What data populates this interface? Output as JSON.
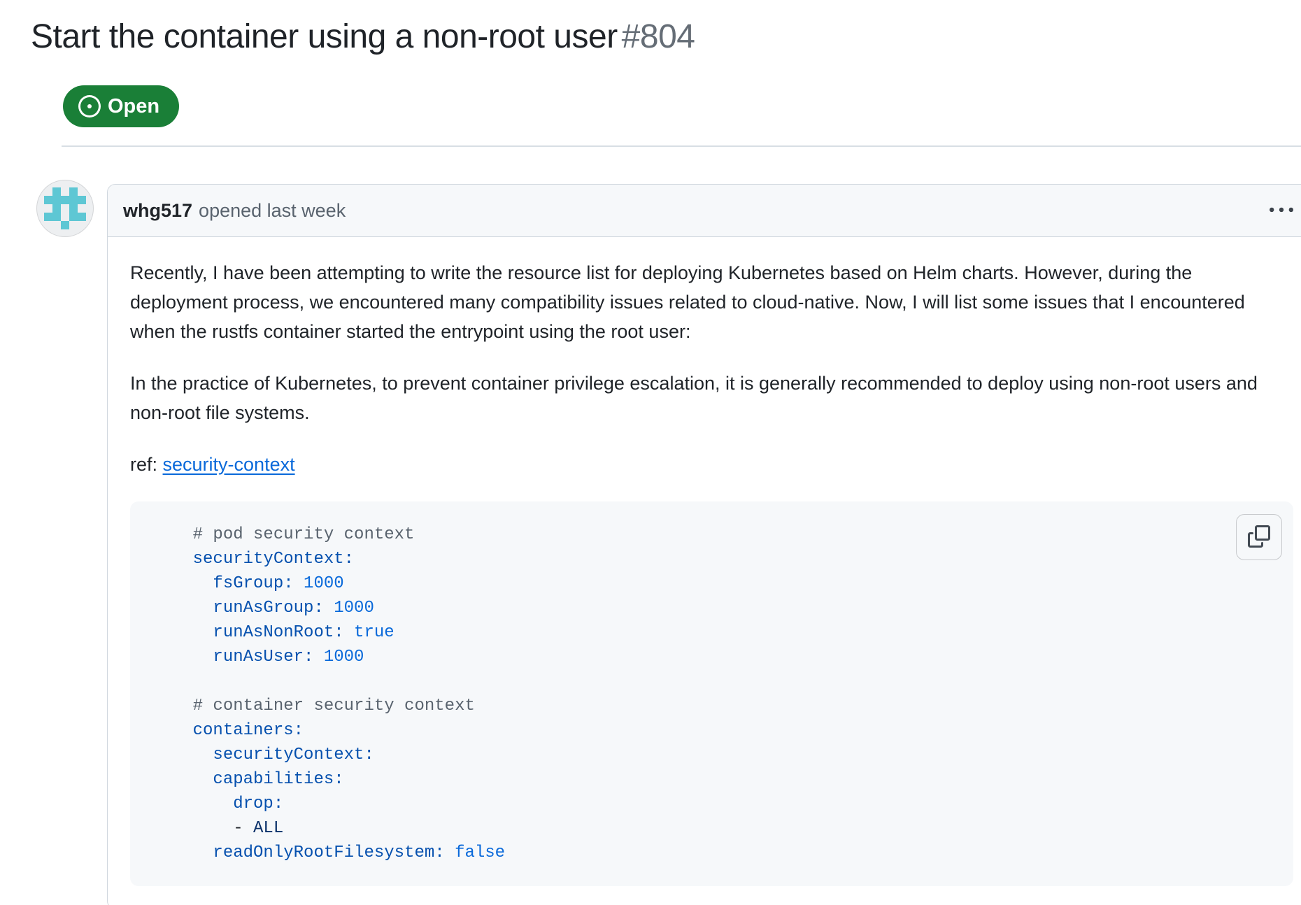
{
  "issue": {
    "title": "Start the container using a non-root user",
    "number": "#804",
    "state_label": "Open"
  },
  "comment": {
    "author": "whg517",
    "opened_text": "opened last week",
    "paragraphs": [
      "Recently, I have been attempting to write the resource list for deploying Kubernetes based on Helm charts. However, during the deployment process, we encountered many compatibility issues related to cloud-native. Now, I will list some issues that I encountered when the rustfs container started the entrypoint using the root user:",
      "In the practice of Kubernetes, to prevent container privilege escalation, it is generally recommended to deploy using non-root users and non-root file systems."
    ],
    "ref_label": "ref: ",
    "ref_link_text": "security-context"
  },
  "code": {
    "lines": [
      [
        {
          "t": "c",
          "s": "    # pod security context"
        }
      ],
      [
        {
          "t": "k",
          "s": "    securityContext:"
        }
      ],
      [
        {
          "t": "k",
          "s": "      fsGroup:"
        },
        {
          "t": "v",
          "s": " 1000"
        }
      ],
      [
        {
          "t": "k",
          "s": "      runAsGroup:"
        },
        {
          "t": "v",
          "s": " 1000"
        }
      ],
      [
        {
          "t": "k",
          "s": "      runAsNonRoot:"
        },
        {
          "t": "v",
          "s": " true"
        }
      ],
      [
        {
          "t": "k",
          "s": "      runAsUser:"
        },
        {
          "t": "v",
          "s": " 1000"
        }
      ],
      [],
      [
        {
          "t": "c",
          "s": "    # container security context"
        }
      ],
      [
        {
          "t": "k",
          "s": "    containers:"
        }
      ],
      [
        {
          "t": "k",
          "s": "      securityContext:"
        }
      ],
      [
        {
          "t": "k",
          "s": "      capabilities:"
        }
      ],
      [
        {
          "t": "k",
          "s": "        drop:"
        }
      ],
      [
        {
          "t": "p",
          "s": "        - "
        },
        {
          "t": "s",
          "s": "ALL"
        }
      ],
      [
        {
          "t": "k",
          "s": "      readOnlyRootFilesystem:"
        },
        {
          "t": "v",
          "s": " false"
        }
      ]
    ]
  },
  "avatar": {
    "color": "#5ec7d4",
    "background": "#edeff1",
    "rows": [
      "01010",
      "11111",
      "01010",
      "11011",
      "00100"
    ]
  },
  "icons": {
    "state": "issue-opened-icon",
    "kebab": "kebab-horizontal-icon",
    "copy": "copy-icon"
  },
  "colors": {
    "open_green": "#1a7f37",
    "link_blue": "#0969da",
    "border": "#d0d7de",
    "header_bg": "#f6f8fa",
    "code_bg": "#f6f8fa",
    "text": "#1f2328",
    "muted": "#59636e",
    "code_key": "#0550ae",
    "code_value": "#0969da",
    "code_comment": "#59636e"
  }
}
